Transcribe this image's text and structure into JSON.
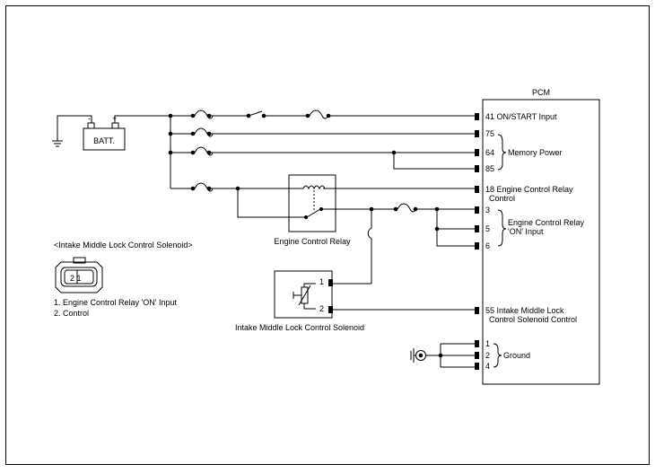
{
  "pcm": {
    "title": "PCM",
    "pins": {
      "p41": "41 ON/START Input",
      "p75": "75",
      "p64": "64",
      "p85": "85",
      "p18_line1": "18 Engine Control Relay",
      "p18_line2": "Control",
      "p3": "3",
      "p5": "5",
      "p6": "6",
      "p55_line1": "55 Intake Middle Lock",
      "p55_line2": "Control Solenoid Control",
      "p1": "1",
      "p2": "2",
      "p4": "4"
    },
    "groups": {
      "memory_power": "Memory Power",
      "ecr_on_line1": "Engine Control Relay",
      "ecr_on_line2": "'ON' Input",
      "ground": "Ground"
    }
  },
  "battery": {
    "label": "BATT.",
    "neg": "-",
    "pos": "+"
  },
  "relay": {
    "label": "Engine Control Relay"
  },
  "solenoid": {
    "label": "Intake Middle Lock Control Solenoid",
    "pin1": "1",
    "pin2": "2"
  },
  "connector_legend": {
    "title": "<Intake Middle Lock Control Solenoid>",
    "pin_marks": "2 1",
    "items": [
      "1. Engine Control Relay 'ON' Input",
      "2. Control"
    ]
  }
}
